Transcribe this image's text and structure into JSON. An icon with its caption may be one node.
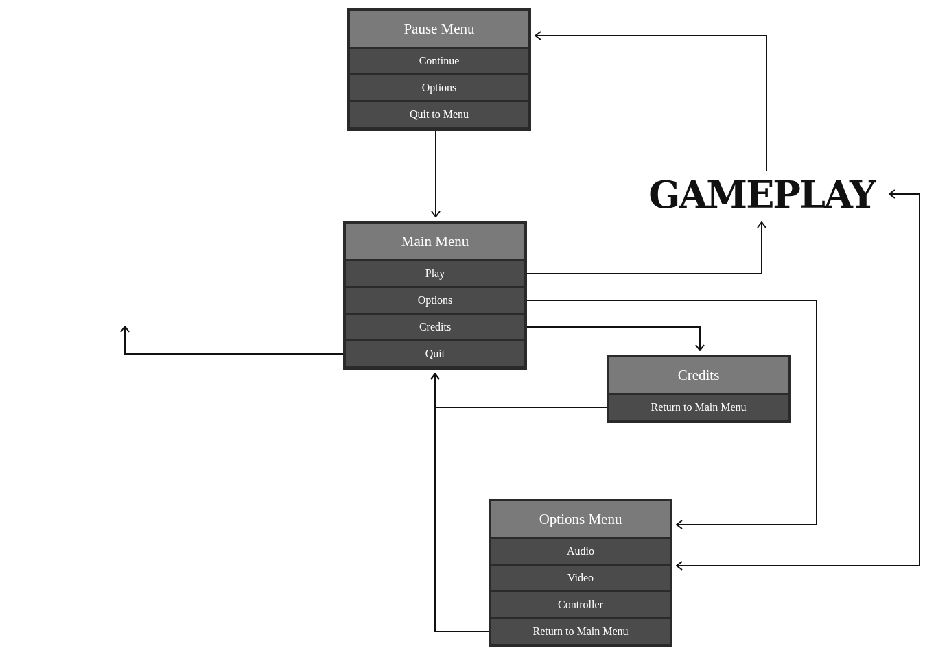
{
  "diagram": {
    "nodes": [
      {
        "text": [
          "Pause Menu"
        ]
      },
      {
        "text": [
          "Continue"
        ],
        "in": 0
      },
      {
        "text": [
          "Options"
        ],
        "in": 0
      },
      {
        "text": [
          "Quit to Menu"
        ],
        "in": 0
      },
      {
        "text": [
          "GAMEPLAY"
        ]
      },
      {
        "text": [
          "Main Menu"
        ]
      },
      {
        "text": [
          "Play"
        ],
        "in": 5
      },
      {
        "text": [
          "Options"
        ],
        "in": 5
      },
      {
        "text": [
          "Credits"
        ],
        "in": 5
      },
      {
        "text": [
          "Quit"
        ],
        "in": 5
      },
      {
        "text": [
          "Credits"
        ]
      },
      {
        "text": [
          "Return to Main Menu"
        ],
        "in": 10
      },
      {
        "text": [
          "Options Menu"
        ]
      },
      {
        "text": [
          "Audio"
        ],
        "in": 12
      },
      {
        "text": [
          "Video"
        ],
        "in": 12
      },
      {
        "text": [
          "Controller"
        ],
        "in": 12
      },
      {
        "text": [
          "Return to Main Menu"
        ],
        "in": 12
      }
    ],
    "edges": [
      {
        "from": 4,
        "to": 0,
        "arrow": "to"
      },
      {
        "from": 3,
        "to": 5,
        "arrow": "to"
      },
      {
        "from": 6,
        "to": 4,
        "arrow": "to"
      },
      {
        "from": 7,
        "to": 12,
        "arrow": "to"
      },
      {
        "from": 8,
        "to": 10,
        "arrow": "to"
      },
      {
        "from": 9,
        "to": null,
        "arrow": "to"
      },
      {
        "from": 11,
        "to": 5,
        "arrow": "to"
      },
      {
        "from": 16,
        "to": 5,
        "arrow": "to"
      },
      {
        "from": 12,
        "to": 4,
        "arrow": "both"
      }
    ]
  }
}
